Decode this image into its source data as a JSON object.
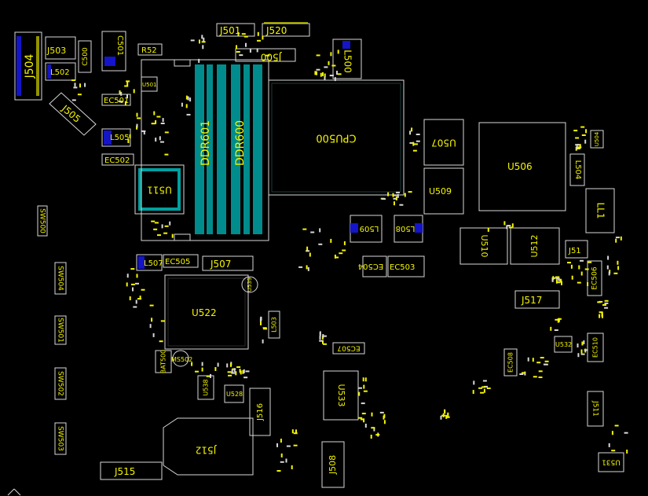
{
  "colors": {
    "background": "#000000",
    "outline": "#d8d8d8",
    "label": "#f5f500",
    "pad": "#1414c8",
    "ddr_slot": "#00a0a0"
  },
  "labels": {
    "J504": "J504",
    "J503": "J503",
    "L502": "L502",
    "J505": "J505",
    "EC501": "EC501",
    "L505": "L505",
    "EC502": "EC502",
    "U511": "U511",
    "R52": "R52",
    "U501": "U501",
    "DDR601": "DDR601",
    "DDR600": "DDR600",
    "J501": "J501",
    "J520": "J520",
    "J500": "J500",
    "L500": "L500",
    "CPU500": "CPU500",
    "U507": "U507",
    "U506": "U506",
    "U509": "U509",
    "L504": "L504",
    "LL1": "LL1",
    "L509": "L509",
    "L508": "L508",
    "EC504": "EC504",
    "EC503": "EC503",
    "U510": "U510",
    "U512": "U512",
    "J51": "J51",
    "EC506": "EC506",
    "J517": "J517",
    "L507": "L507",
    "EC505": "EC505",
    "J507": "J507",
    "U522": "U522",
    "SW500": "SW500",
    "SW504": "SW504",
    "SW501": "SW501",
    "SW502": "SW502",
    "SW503": "SW503",
    "BAT500": "BAT500",
    "MS502": "MS502",
    "U538": "U538",
    "U528": "U528",
    "J512": "J512",
    "J515": "J515",
    "J516": "J516",
    "EC507": "EC507",
    "U533": "U533",
    "J508": "J508",
    "EC508": "EC508",
    "U532": "U532",
    "EC510": "EC510",
    "U531": "U531",
    "J511": "J511",
    "U539": "U539",
    "C500": "C500",
    "C501": "C501",
    "L503": "L503",
    "U504": "U504"
  }
}
